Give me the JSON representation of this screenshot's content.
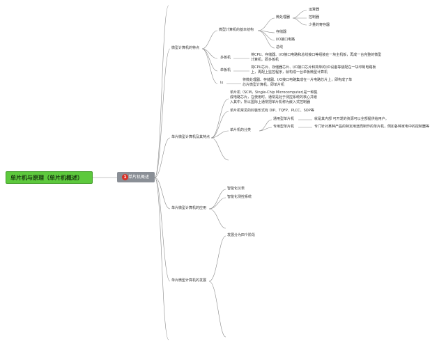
{
  "root": {
    "label": "单片机与原理（单片机概述）"
  },
  "center": {
    "label": "单片机概述",
    "marker": "1",
    "marker_icon": "priority-1-icon"
  },
  "nodes": {
    "n1": "微型计算机的特点",
    "n1_1": "微型计算机的基本结构",
    "n1_1_1": "微处理器",
    "n1_1_1_1": "运算器",
    "n1_1_1_2": "控制器",
    "n1_1_1_3": "少量的寄存器",
    "n1_1_2": "存储器",
    "n1_1_3": "I/O接口电路",
    "n1_1_4": "总线",
    "n1_2": "多板机",
    "n1_2_d": "将CPU、存储器、I/O接口电路和总线接口等组装在一块主机板，再成一台完整的微型计算机。即多板机",
    "n1_3": "单板机",
    "n1_3_d": "将CPU芯片、存储器芯片、I/O接口芯片和简单的I/O设备等装配在一块印制电路板上，再配上监控程序，就构成一台单板微型计算机",
    "n1_4": "lx",
    "n1_4_d": "将微处理器、存储器、I/O接口电路集成在一片电路芯片上，即构成了单芯片微型计算机，即单片机",
    "n2": "单片微型计算机及其特点",
    "n2_1": "单片机（SCM，Single-Chip Microcomputer)是一种集成电路芯片，在使用时，通常是处于测控系统的核心并嵌入其中，所以国际上通常把单片机称为嵌入式控制器",
    "n2_2": "单片机常见的封装形式有 DIP、TQFP、PLCC、SOP等",
    "n2_3": "单片机的分类",
    "n2_3_1": "通用型单片机",
    "n2_3_1_d": "就是其内部 可开发的资源可以全部提供给用户。",
    "n2_3_2": "专用型单片机",
    "n2_3_2_d": "专门针对某种产品的特定用途而制作的单片机，例如各种家电中的控制器等",
    "n3": "单片微型计算机的应用",
    "n3_1": "智能化仪表",
    "n3_2": "智能化测控系统",
    "n4": "单片微型计算机的发展",
    "n4_1": "发展分为四个阶段"
  },
  "colors": {
    "root_bg": "#5dc93d",
    "center_bg": "#8a8f96",
    "marker": "#d93025",
    "line": "#8a8a8a",
    "text": "#333333"
  }
}
